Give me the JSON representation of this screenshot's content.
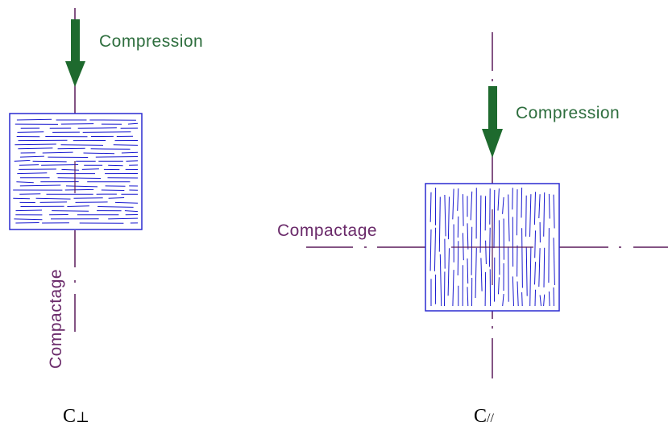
{
  "left_figure": {
    "force_label": "Compression",
    "axis_label": "Compactage",
    "caption_letter": "C",
    "caption_symbol": "⊥"
  },
  "right_figure": {
    "force_label": "Compression",
    "axis_label": "Compactage",
    "caption_letter": "C",
    "caption_symbol": "//"
  },
  "colors": {
    "axis": "#5a1a5a",
    "box": "#2a2ad0",
    "fibers": "#1a1ad0",
    "arrow": "#1e6a2e",
    "force_text": "#2e6e3e",
    "axis_text": "#6a2a6a"
  }
}
